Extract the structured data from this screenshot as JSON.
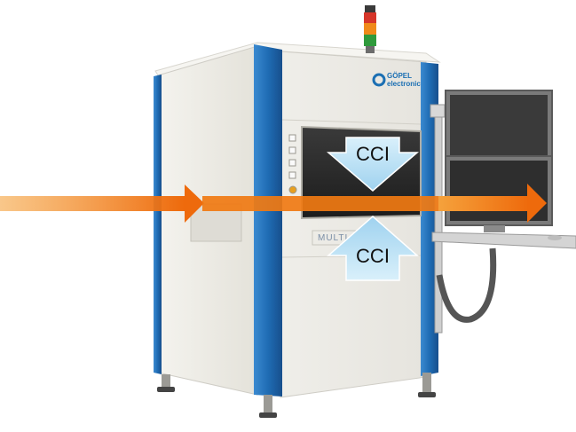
{
  "brand": {
    "line1": "GÖPEL",
    "line2": "electronic"
  },
  "machine": {
    "model_label": "MULTI L"
  },
  "callouts": {
    "top": "CCI",
    "bottom": "CCI"
  },
  "colors": {
    "frame_blue": "#1f6cb4",
    "arrow_orange": "#f07a12",
    "cci_arrow": "#bfe3f7",
    "body_panel": "#eceae4",
    "tower_green": "#2f9a3c",
    "tower_orange": "#f08a1a",
    "tower_red": "#d6362a"
  }
}
